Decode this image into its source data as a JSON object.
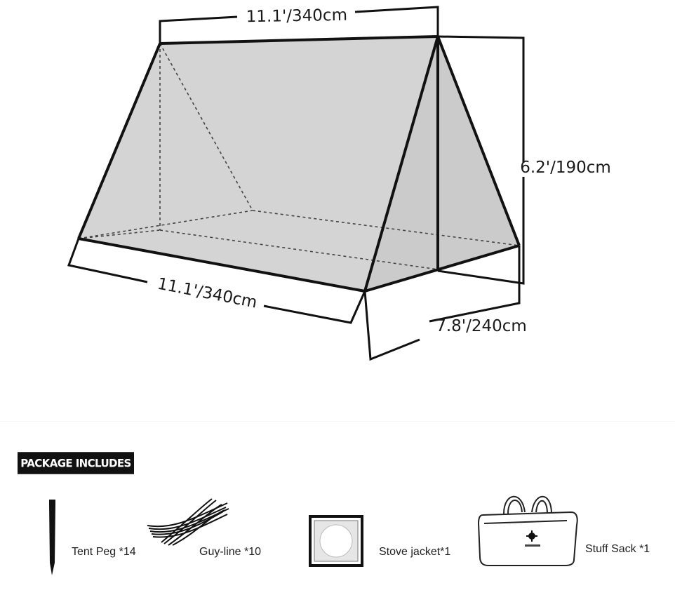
{
  "dimensions": {
    "top_length": "11.1'/340cm",
    "front_length": "11.1'/340cm",
    "height": "6.2'/190cm",
    "depth": "7.8'/240cm"
  },
  "package": {
    "title": "PACKAGE INCLUDES",
    "items": [
      {
        "label": "Tent Peg *14",
        "icon": "tent-peg-icon"
      },
      {
        "label": "Guy-line *10",
        "icon": "guy-line-icon"
      },
      {
        "label": "Stove jacket*1",
        "icon": "stove-jacket-icon"
      },
      {
        "label": "Stuff Sack *1",
        "icon": "stuff-sack-icon"
      }
    ]
  },
  "colors": {
    "tent_fill": "#d4d4d4",
    "tent_side_fill": "#cdcdcd",
    "line": "#111111",
    "label_bg": "#111111"
  }
}
